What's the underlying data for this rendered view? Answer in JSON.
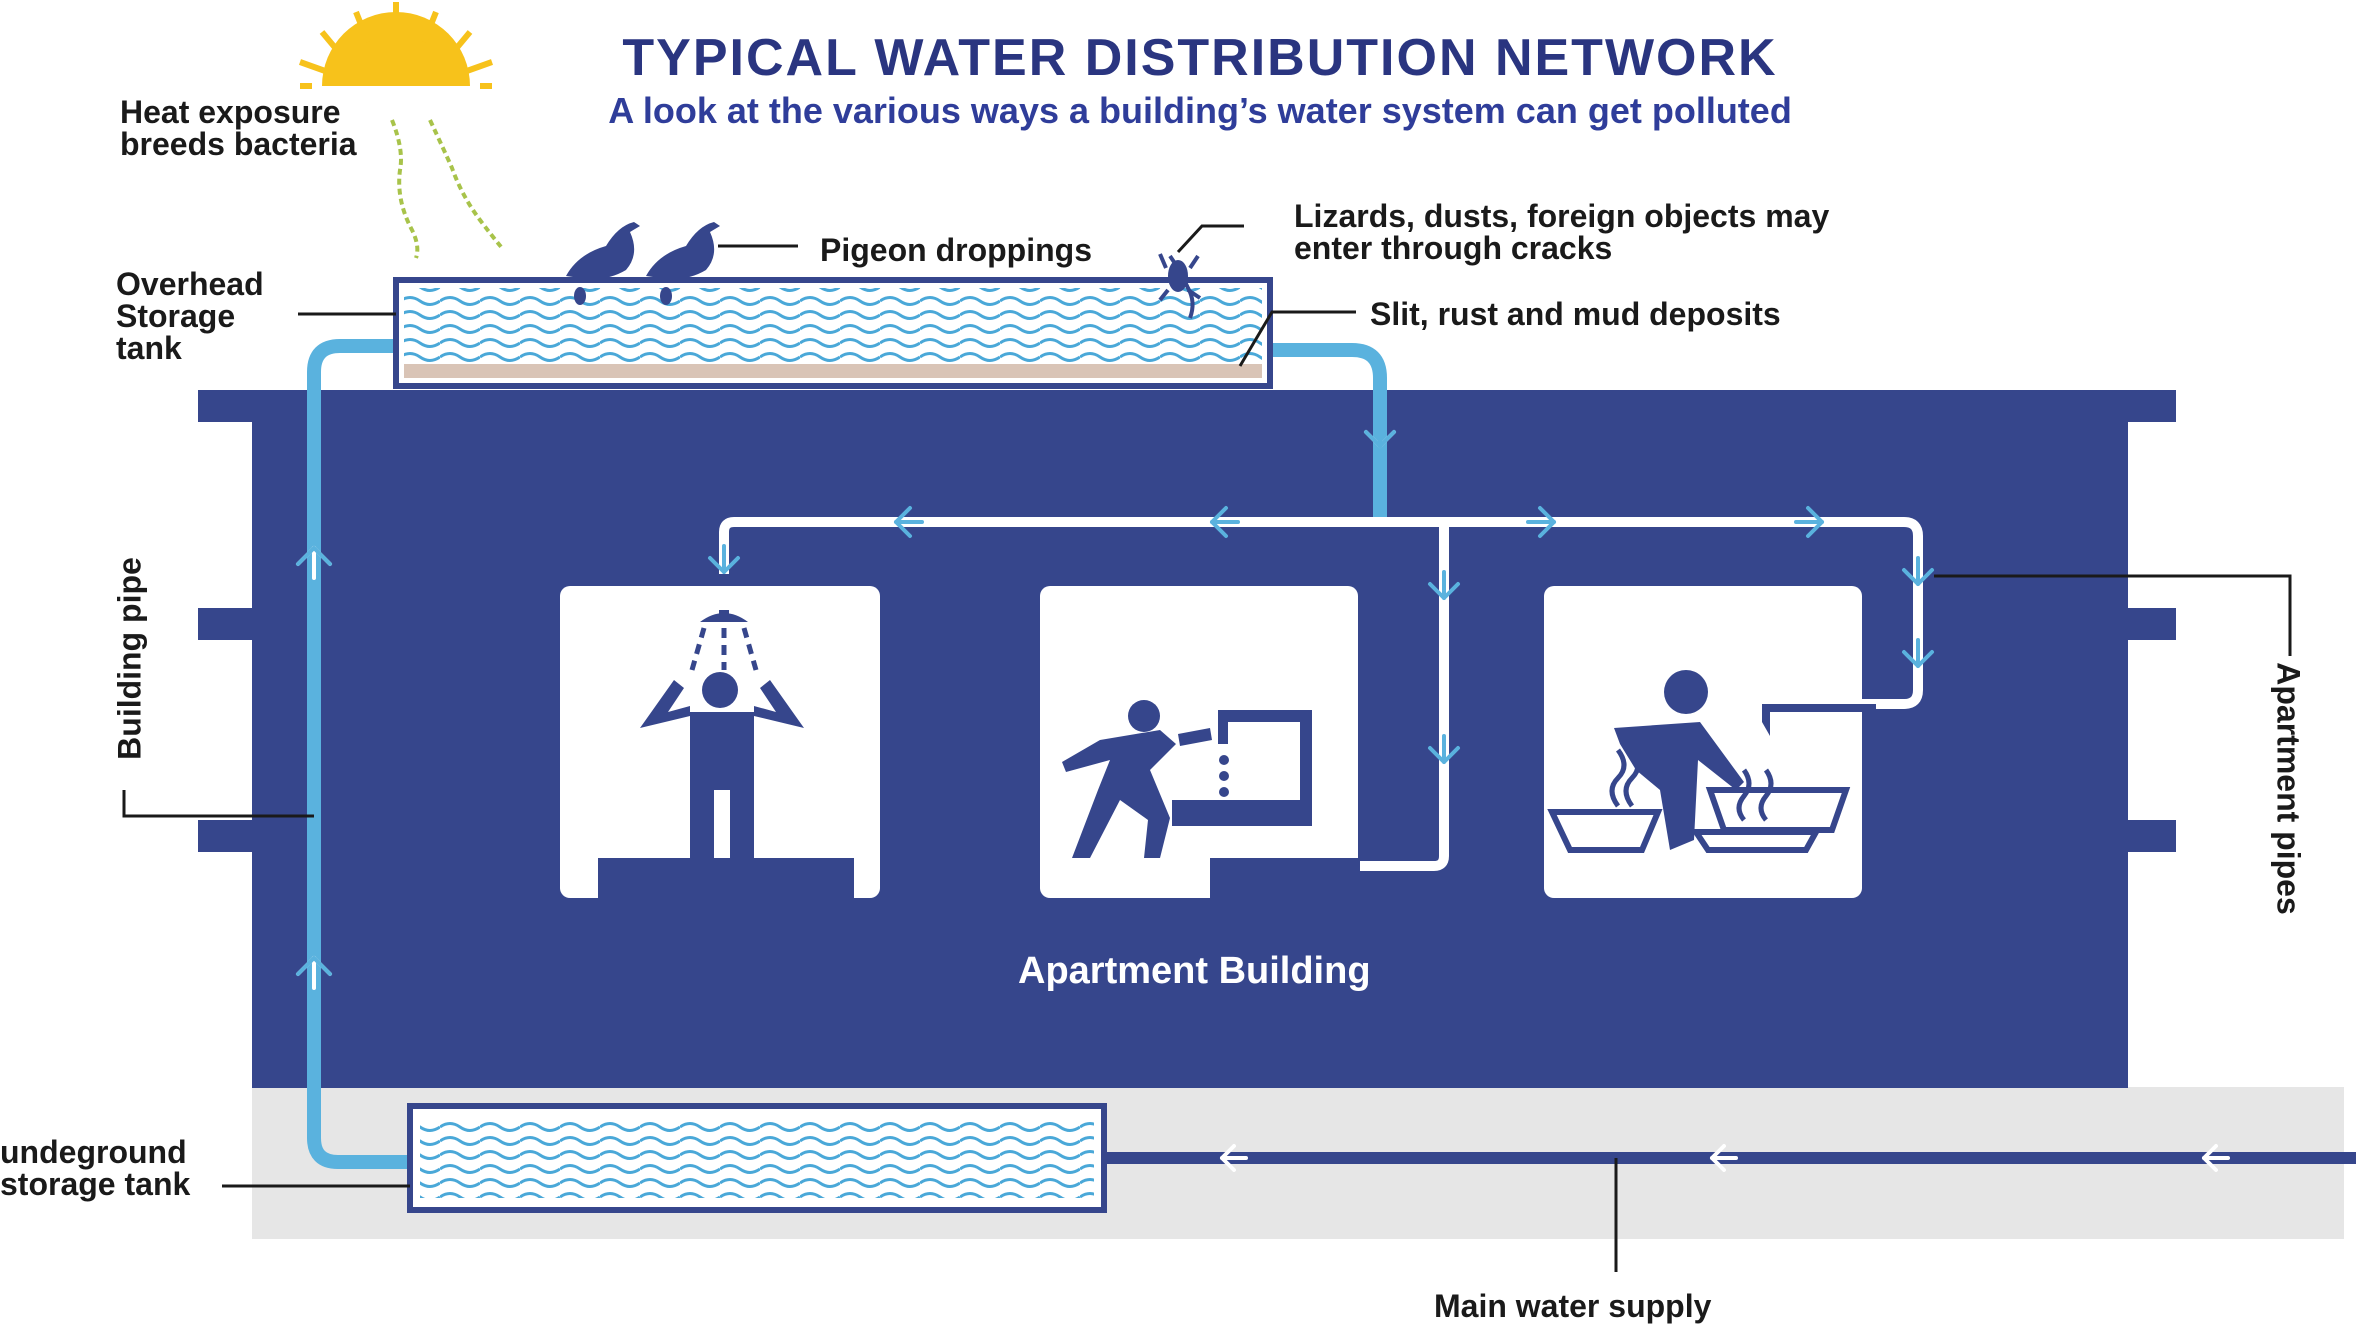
{
  "title": "TYPICAL WATER DISTRIBUTION NETWORK",
  "subtitle": "A look at the various ways a building’s water system can get polluted",
  "labels": {
    "heat": "Heat exposure\nbreeds bacteria",
    "overhead": "Overhead\nStorage\ntank",
    "pigeon": "Pigeon droppings",
    "lizards": "Lizards, dusts, foreign objects may\nenter through cracks",
    "slit": "Slit, rust and mud deposits",
    "building_pipe": "Building pipe",
    "apartment_pipes": "Apartment pipes",
    "apartment_building": "Apartment Building",
    "underground": "undeground\nstorage tank",
    "main_supply": "Main water supply"
  },
  "colors": {
    "navy": "#36468c",
    "pipe_blue": "#5ab2de",
    "wave": "#4aa8d8",
    "ground": "#e6e6e6",
    "sediment": "#d9c4b6",
    "sun": "#f7c21b",
    "vine": "#a8c34a"
  },
  "icons": [
    "sun-icon",
    "pigeon-icon",
    "lizard-icon",
    "shower-person-icon",
    "drinking-person-icon",
    "washing-person-icon"
  ]
}
